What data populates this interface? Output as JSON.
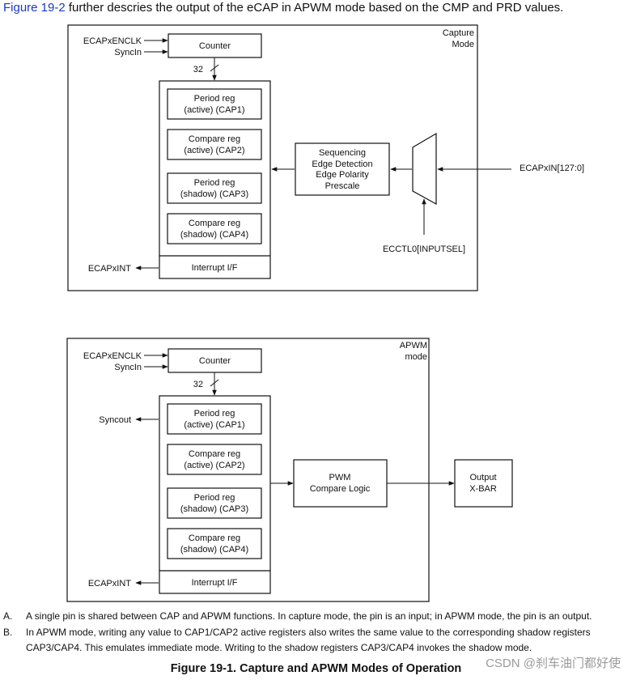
{
  "intro": {
    "link_text": "Figure 19-2",
    "rest": " further descries the output of the eCAP in APWM mode based on the CMP and PRD values."
  },
  "capture": {
    "mode_line1": "Capture",
    "mode_line2": "Mode",
    "enclk": "ECAPxENCLK",
    "syncin": "SyncIn",
    "counter": "Counter",
    "bus_width": "32",
    "reg1_l1": "Period reg",
    "reg1_l2": "(active) (CAP1)",
    "reg2_l1": "Compare reg",
    "reg2_l2": "(active) (CAP2)",
    "reg3_l1": "Period reg",
    "reg3_l2": "(shadow) (CAP3)",
    "reg4_l1": "Compare reg",
    "reg4_l2": "(shadow) (CAP4)",
    "interrupt": "Interrupt I/F",
    "ecapxint": "ECAPxINT",
    "seq_l1": "Sequencing",
    "seq_l2": "Edge Detection",
    "seq_l3": "Edge Polarity",
    "seq_l4": "Prescale",
    "input": "ECAPxIN[127:0]",
    "inputsel": "ECCTL0[INPUTSEL]"
  },
  "apwm": {
    "mode_line1": "APWM",
    "mode_line2": "mode",
    "enclk": "ECAPxENCLK",
    "syncin": "SyncIn",
    "counter": "Counter",
    "bus_width": "32",
    "syncout": "Syncout",
    "reg1_l1": "Period reg",
    "reg1_l2": "(active) (CAP1)",
    "reg2_l1": "Compare reg",
    "reg2_l2": "(active) (CAP2)",
    "reg3_l1": "Period reg",
    "reg3_l2": "(shadow) (CAP3)",
    "reg4_l1": "Compare reg",
    "reg4_l2": "(shadow) (CAP4)",
    "interrupt": "Interrupt I/F",
    "ecapxint": "ECAPxINT",
    "pwm_l1": "PWM",
    "pwm_l2": "Compare Logic",
    "out_l1": "Output",
    "out_l2": "X-BAR"
  },
  "notes": [
    {
      "mark": "A.",
      "text": "A single pin is shared between CAP and APWM functions. In capture mode, the pin is an input; in APWM mode, the pin is an output."
    },
    {
      "mark": "B.",
      "text": "In APWM mode, writing any value to CAP1/CAP2 active registers also writes the same value to the corresponding shadow registers CAP3/CAP4. This emulates immediate mode. Writing to the shadow registers CAP3/CAP4 invokes the shadow mode."
    }
  ],
  "caption": "Figure 19-1. Capture and APWM Modes of Operation",
  "watermark": "CSDN @刹车油门都好使"
}
